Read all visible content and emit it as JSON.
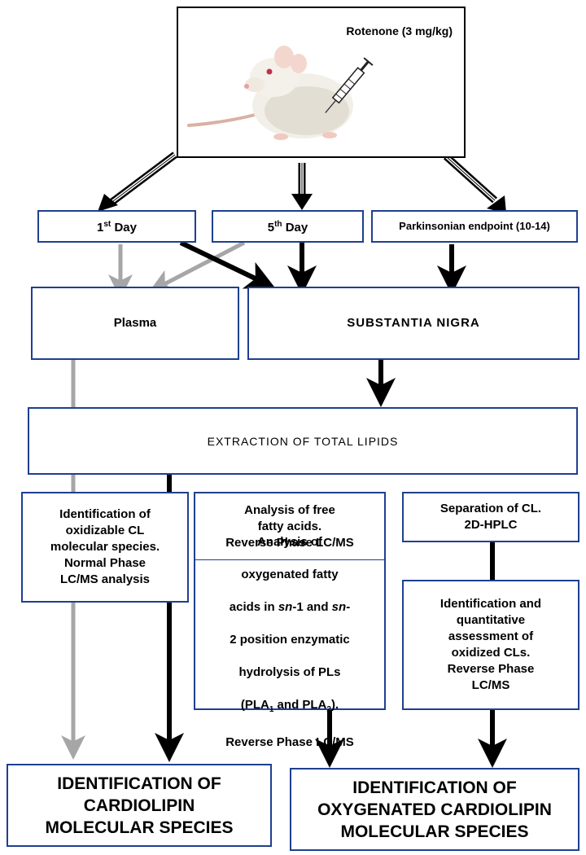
{
  "top": {
    "label": "Rotenone (3 mg/kg)"
  },
  "days": {
    "day1": {
      "num": "1",
      "sup": "st",
      "word": " Day"
    },
    "day5": {
      "num": "5",
      "sup": "th",
      "word": " Day"
    },
    "endpoint": "Parkinsonian endpoint (10-14)"
  },
  "plasma": "Plasma",
  "substantia": "SUBSTANTIA NIGRA",
  "extraction": "EXTRACTION OF TOTAL LIPIDS",
  "methods": {
    "normal_phase": "Identification of\noxidizable CL\nmolecular species.\nNormal Phase\nLC/MS analysis",
    "free_fa": "Analysis of free\nfatty acids.\nReverse Phase LC/MS",
    "oxy_fa": {
      "l1": "Analysis of",
      "l2": "oxygenated fatty",
      "l3a": "acids  in ",
      "sn1": "sn",
      "l3b": "-1 and ",
      "sn2": "sn",
      "l3c": "-",
      "l4": "2 position enzymatic",
      "l5": "hydrolysis  of PLs",
      "l6a": "(PLA",
      "sub1": "1",
      "l6b": " and PLA",
      "sub2": "2",
      "l6c": ").",
      "l7": "Reverse Phase LC/MS"
    },
    "separation": "Separation of CL.\n2D-HPLC",
    "oxidized": "Identification and\nquantitative\nassessment  of\noxidized CLs.\nReverse Phase\nLC/MS"
  },
  "results": {
    "left": "IDENTIFICATION OF\nCARDIOLIPIN\nMOLECULAR SPECIES",
    "right": "IDENTIFICATION OF\nOXYGENATED CARDIOLIPIN\nMOLECULAR SPECIES"
  },
  "colors": {
    "border": "#1f3f8f",
    "arrow_black": "#000000",
    "arrow_gray": "#a6a6a6"
  }
}
